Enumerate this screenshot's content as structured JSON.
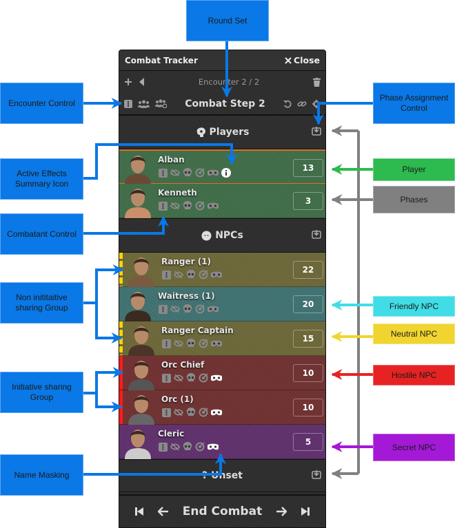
{
  "panel": {
    "title": "Combat Tracker",
    "close_label": "Close",
    "encounter_label": "Encounter 2 / 2",
    "step_label": "Combat Step 2",
    "end_combat_label": "End Combat"
  },
  "phases": [
    {
      "label": "Players",
      "icon": "brain-icon"
    },
    {
      "label": "NPCs",
      "icon": "face-icon"
    },
    {
      "label": "Unset",
      "icon": "question-icon"
    }
  ],
  "combatants": [
    {
      "name": "Alban",
      "initiative": "13",
      "disposition": "player",
      "color": "#3f6b47",
      "has_effects": true,
      "masked": false
    },
    {
      "name": "Kenneth",
      "initiative": "3",
      "disposition": "player",
      "color": "#3f6b47",
      "has_effects": false,
      "masked": false
    },
    {
      "name": "Ranger (1)",
      "initiative": "22",
      "disposition": "neutral",
      "color": "#6b6638",
      "has_effects": false,
      "masked": false
    },
    {
      "name": "Waitress (1)",
      "initiative": "20",
      "disposition": "friendly",
      "color": "#3f7070",
      "has_effects": false,
      "masked": false
    },
    {
      "name": "Ranger Captain",
      "initiative": "15",
      "disposition": "neutral",
      "color": "#6b6638",
      "has_effects": false,
      "masked": false
    },
    {
      "name": "Orc Chief",
      "initiative": "10",
      "disposition": "hostile",
      "color": "#6e3030",
      "has_effects": false,
      "masked": true
    },
    {
      "name": "Orc (1)",
      "initiative": "10",
      "disposition": "hostile",
      "color": "#6e3030",
      "has_effects": false,
      "masked": true
    },
    {
      "name": "Cleric",
      "initiative": "5",
      "disposition": "secret",
      "color": "#5e2f6b",
      "has_effects": false,
      "masked": true
    }
  ],
  "annotations": {
    "round_set": "Round Set",
    "encounter_control": "Encounter Control",
    "active_effects": "Active Effects Summary Icon",
    "combatant_control": "Combatant Control",
    "non_init_group": "Non inititaitive sharing Group",
    "init_group": "Initiative sharing Group",
    "name_masking": "Name Masking",
    "phase_assignment": "Phase Assignment Control",
    "player": "Player",
    "phases": "Phases",
    "friendly_npc": "Friendly NPC",
    "neutral_npc": "Neutral NPC",
    "hostile_npc": "Hostile NPC",
    "secret_npc": "Secret NPC"
  },
  "colors": {
    "annotation_blue": "#0a78e6",
    "player": "#2dba4e",
    "phases": "#808080",
    "friendly": "#41dde6",
    "neutral": "#f0d531",
    "hostile": "#e62222",
    "secret": "#a319d6"
  }
}
